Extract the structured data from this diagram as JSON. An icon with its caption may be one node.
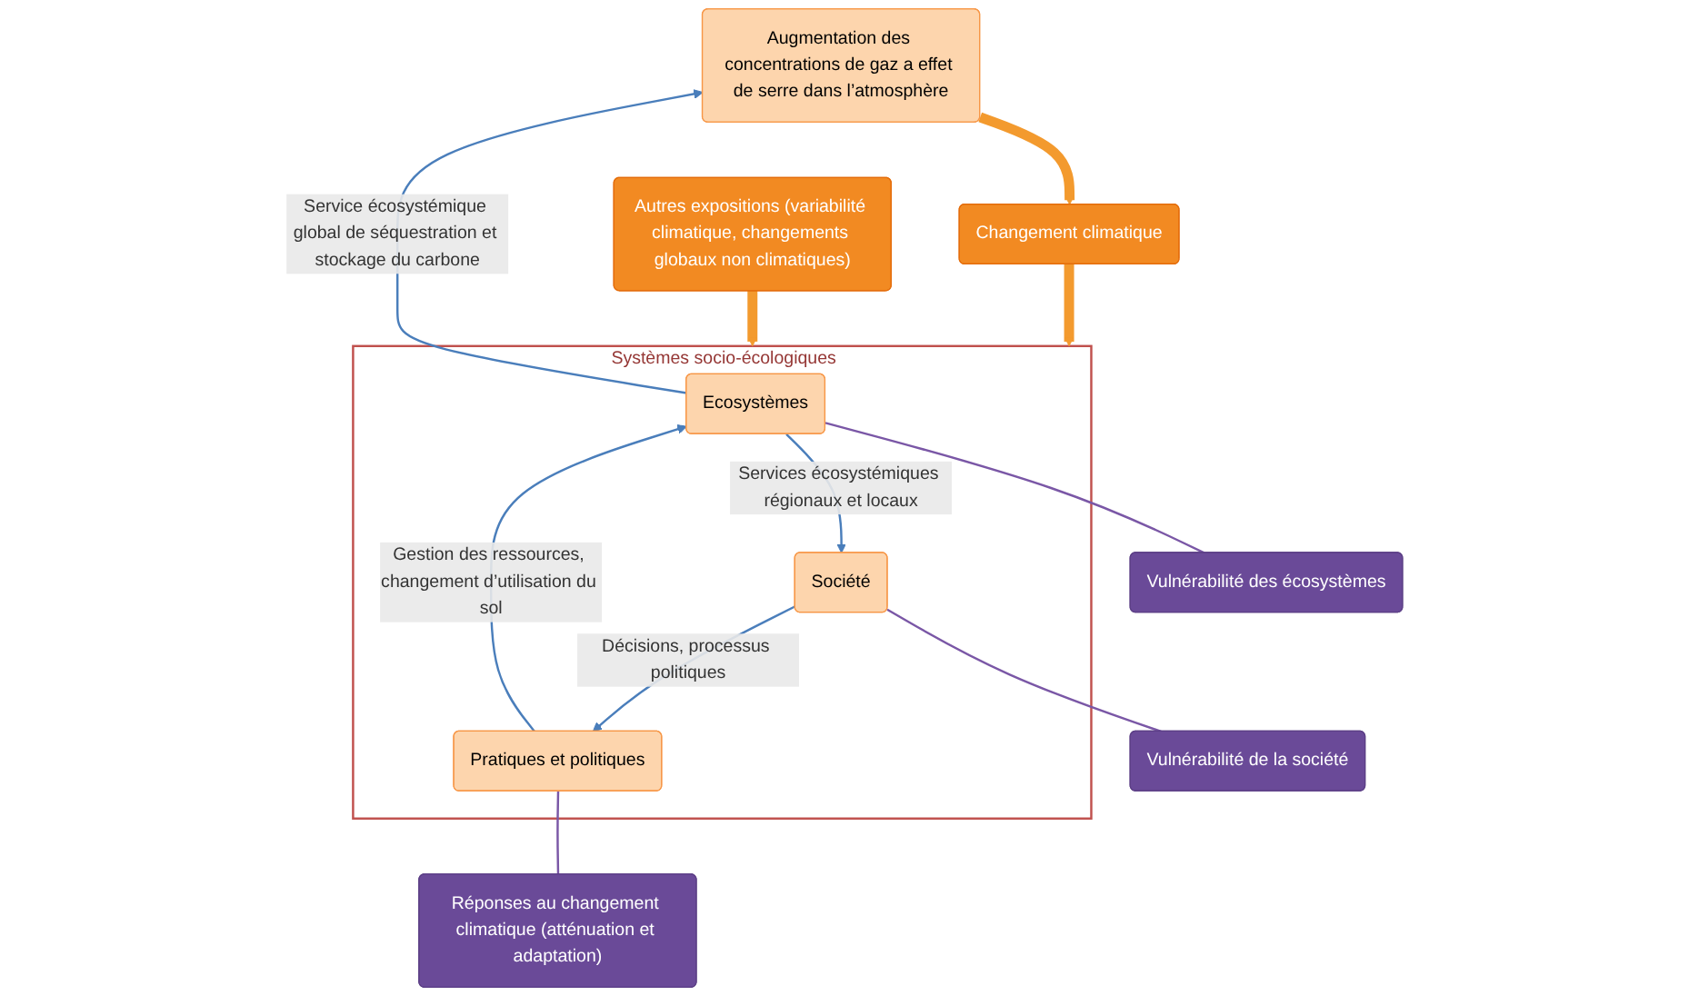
{
  "diagram": {
    "nodes": [
      {
        "text": [
          "Augmentation des concentrations de gaz a effet de serre dans l’atmosphère"
        ]
      },
      {
        "text": [
          "Changement climatique"
        ]
      },
      {
        "text": [
          "Autres expositions (variabilité climatique, changements globaux non climatiques)"
        ]
      },
      {
        "text": [
          "Systèmes socio-écologiques"
        ]
      },
      {
        "text": [
          "Ecosystèmes"
        ],
        "in": 3
      },
      {
        "text": [
          "Société"
        ],
        "in": 3
      },
      {
        "text": [
          "Pratiques et politiques"
        ],
        "in": 3
      },
      {
        "text": [
          "Vulnérabilité des écosystèmes"
        ]
      },
      {
        "text": [
          "Vulnérabilité de la société"
        ]
      },
      {
        "text": [
          "Réponses au changement climatique (atténuation et adaptation)"
        ]
      }
    ],
    "edges": [
      {
        "from": 0,
        "to": 1,
        "arrow": "to",
        "style": "thick",
        "color": "#f39a2e"
      },
      {
        "from": 1,
        "to": 3,
        "arrow": "to",
        "style": "thick",
        "color": "#f39a2e"
      },
      {
        "from": 2,
        "to": 3,
        "arrow": "to",
        "style": "thick",
        "color": "#f39a2e"
      },
      {
        "from": 4,
        "to": 0,
        "arrow": "to",
        "label": "Service écosystémique global de séquestration et stockage du carbone"
      },
      {
        "from": 4,
        "to": 5,
        "arrow": "to",
        "label": "Services écosystémiques régionaux et locaux"
      },
      {
        "from": 5,
        "to": 6,
        "arrow": "to",
        "label": "Décisions, processus politiques"
      },
      {
        "from": 6,
        "to": 4,
        "arrow": "to",
        "label": "Gestion des ressources, changement d’utilisation du sol"
      },
      {
        "from": 7,
        "to": 4,
        "arrow": "none",
        "color": "#7a57a6"
      },
      {
        "from": 8,
        "to": 5,
        "arrow": "none",
        "color": "#7a57a6"
      },
      {
        "from": 9,
        "to": 6,
        "arrow": "none",
        "color": "#7a57a6"
      }
    ]
  }
}
